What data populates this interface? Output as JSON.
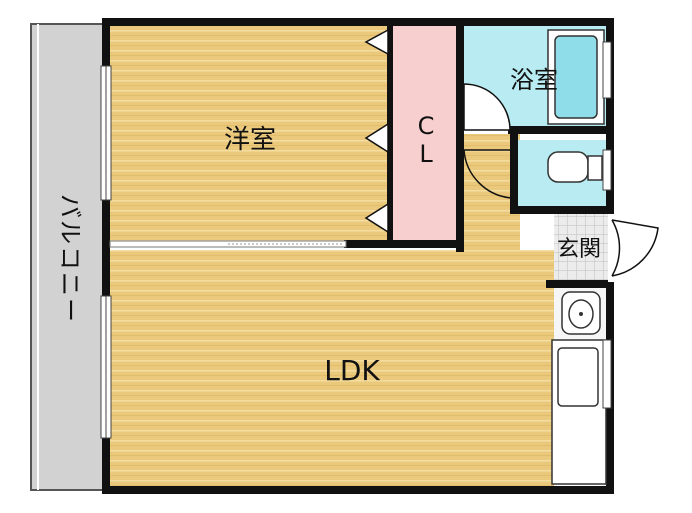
{
  "rooms": {
    "western_room": "洋室",
    "closet_c": "C",
    "closet_l": "L",
    "bathroom": "浴室",
    "entrance": "玄関",
    "ldk": "LDK",
    "balcony": [
      "バ",
      "ル",
      "コ",
      "ニ",
      "ー"
    ]
  },
  "colors": {
    "floor_wood": "#ebc97c",
    "floor_stripe": "#f3dda0",
    "wall": "#111111",
    "balcony": "#d2d2d2",
    "closet": "#f7cfcf",
    "bath": "#b9ecf2",
    "tub": "#8fdde8",
    "entrance_tile": "#e8e8e8",
    "fixture": "#ffffff"
  }
}
